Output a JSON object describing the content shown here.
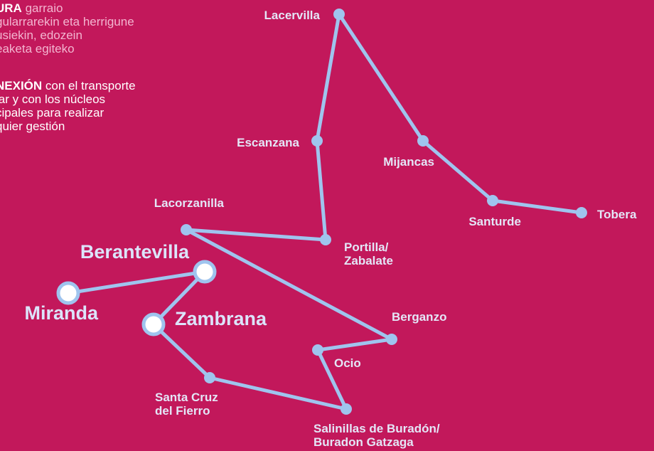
{
  "colors": {
    "background": "#c2185b",
    "route": "#9fc4ee",
    "stop": "#9fc4ee",
    "major_stop_fill": "#ffffff",
    "label": "#e4e6f7",
    "info_text": "#f3b5d0"
  },
  "info": {
    "basque": {
      "lead": "URA",
      "lines": [
        "garraio",
        "gularrarekin eta herrigune",
        "usiekin, edozein",
        "eaketa egiteko"
      ]
    },
    "spanish": {
      "lead": "NEXIÓN",
      "lines": [
        "con el transporte",
        "lar y con los núcleos",
        "cipales para realizar",
        "quier gestión"
      ]
    }
  },
  "stops": [
    {
      "id": "lacervilla",
      "lines": [
        "Lacervilla"
      ],
      "major": false
    },
    {
      "id": "escanzana",
      "lines": [
        "Escanzana"
      ],
      "major": false
    },
    {
      "id": "mijancas",
      "lines": [
        "Mijancas"
      ],
      "major": false
    },
    {
      "id": "santurde",
      "lines": [
        "Santurde"
      ],
      "major": false
    },
    {
      "id": "tobera",
      "lines": [
        "Tobera"
      ],
      "major": false
    },
    {
      "id": "lacorzanilla",
      "lines": [
        "Lacorzanilla"
      ],
      "major": false
    },
    {
      "id": "portilla",
      "lines": [
        "Portilla/",
        "Zabalate"
      ],
      "major": false
    },
    {
      "id": "berantevilla",
      "lines": [
        "Berantevilla"
      ],
      "major": true
    },
    {
      "id": "miranda",
      "lines": [
        "Miranda"
      ],
      "major": true
    },
    {
      "id": "zambrana",
      "lines": [
        "Zambrana"
      ],
      "major": true
    },
    {
      "id": "berganzo",
      "lines": [
        "Berganzo"
      ],
      "major": false
    },
    {
      "id": "ocio",
      "lines": [
        "Ocio"
      ],
      "major": false
    },
    {
      "id": "santa-cruz",
      "lines": [
        "Santa Cruz",
        "del Fierro"
      ],
      "major": false
    },
    {
      "id": "salinillas",
      "lines": [
        "Salinillas de Buradón/",
        "Buradon Gatzaga"
      ],
      "major": false
    }
  ],
  "routes": [
    [
      "santurde",
      "tobera"
    ],
    [
      "mijancas",
      "santurde"
    ],
    [
      "lacervilla",
      "mijancas"
    ],
    [
      "lacervilla",
      "escanzana"
    ],
    [
      "escanzana",
      "portilla"
    ],
    [
      "portilla",
      "lacorzanilla"
    ],
    [
      "lacorzanilla",
      "berganzo"
    ],
    [
      "berganzo",
      "ocio"
    ],
    [
      "ocio",
      "salinillas"
    ],
    [
      "salinillas",
      "santa-cruz"
    ],
    [
      "santa-cruz",
      "zambrana"
    ],
    [
      "zambrana",
      "berantevilla"
    ],
    [
      "berantevilla",
      "miranda"
    ]
  ]
}
